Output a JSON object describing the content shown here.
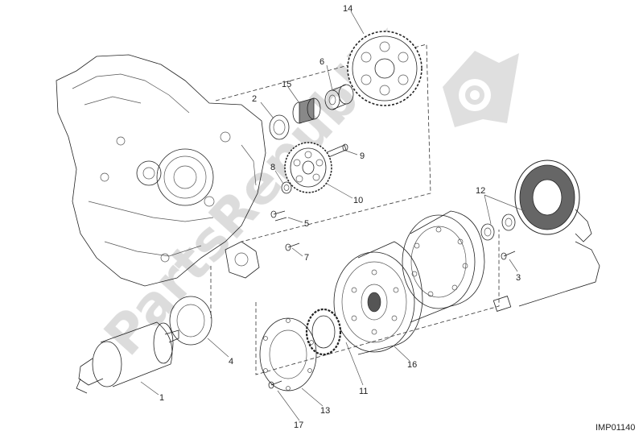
{
  "diagram": {
    "drawing_code": "IMP01140",
    "watermark": "PartsRepublik",
    "callouts": [
      {
        "id": "c1",
        "label": "1"
      },
      {
        "id": "c2",
        "label": "2"
      },
      {
        "id": "c3",
        "label": "3"
      },
      {
        "id": "c4",
        "label": "4"
      },
      {
        "id": "c5",
        "label": "5"
      },
      {
        "id": "c6",
        "label": "6"
      },
      {
        "id": "c7",
        "label": "7"
      },
      {
        "id": "c8",
        "label": "8"
      },
      {
        "id": "c9",
        "label": "9"
      },
      {
        "id": "c10",
        "label": "10"
      },
      {
        "id": "c11",
        "label": "11"
      },
      {
        "id": "c12",
        "label": "12"
      },
      {
        "id": "c13",
        "label": "13"
      },
      {
        "id": "c14",
        "label": "14"
      },
      {
        "id": "c15",
        "label": "15"
      },
      {
        "id": "c16",
        "label": "16"
      },
      {
        "id": "c17",
        "label": "17"
      }
    ]
  }
}
